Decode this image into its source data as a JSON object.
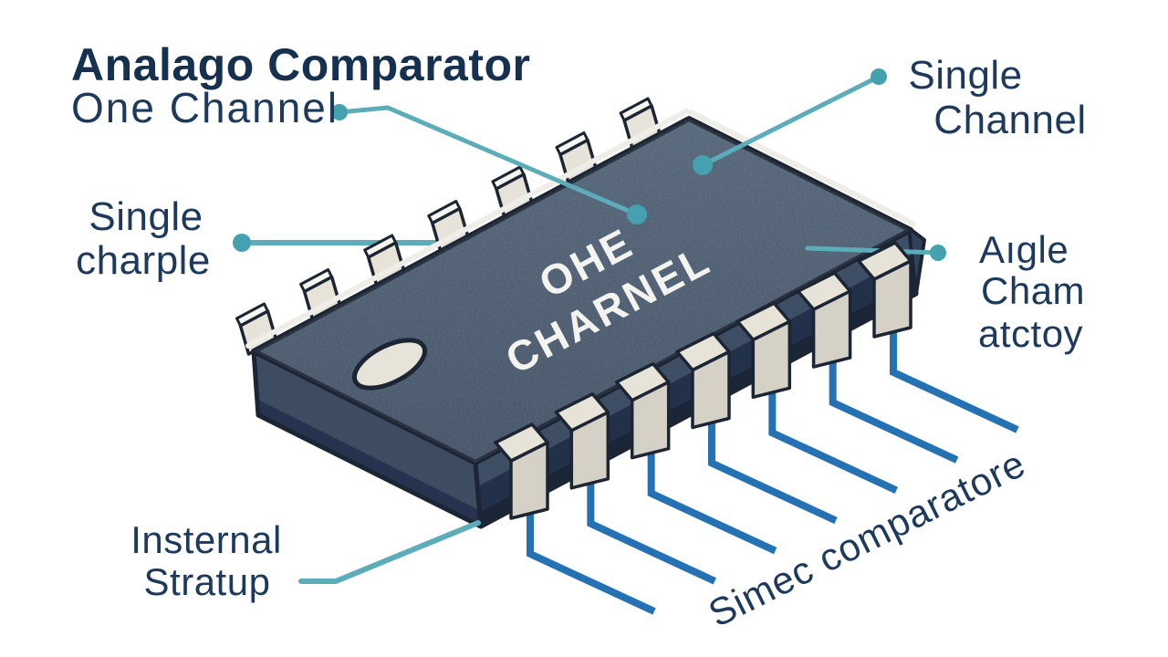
{
  "title": {
    "line1": "Analago Comparator",
    "line2": "One Channel"
  },
  "chip": {
    "marking_line1": "OHE",
    "marking_line2": "CHARNEL",
    "front_pin_count": 7,
    "back_pin_count": 7
  },
  "labels": {
    "top_right": {
      "line1": "Single",
      "line2": "Channel"
    },
    "left": {
      "line1": "Single",
      "line2": "charple"
    },
    "right": {
      "line1": "Aıgle",
      "line2": "Cham",
      "line3": "atctoy"
    },
    "bottom_left": {
      "line1": "Insternal",
      "line2": "Stratup"
    },
    "bottom_right": "Simec comparatore"
  },
  "colors": {
    "background": "#ffffff",
    "ink": "#1d3a5c",
    "ink-strong": "#15314f",
    "chip-top-1": "#516276",
    "chip-top-2": "#3f4f63",
    "chip-front": "#223049",
    "chip-front-strip": "#3e4e64",
    "chip-front-dark": "#1a2537",
    "chip-left": "#3d4c61",
    "chip-left-dark": "#253350",
    "chip-bevel": "#31415a",
    "outline": "#1b2533",
    "pin": "#d6d1c7",
    "pin-light": "#e8e3d9",
    "pin-lighter": "#f7f5ef",
    "wire": "#2471b3",
    "teal": "#5cadb9",
    "teal-dot": "#45a0af",
    "marking": "#f3f3f0",
    "edge-highlight": "#efede7"
  }
}
